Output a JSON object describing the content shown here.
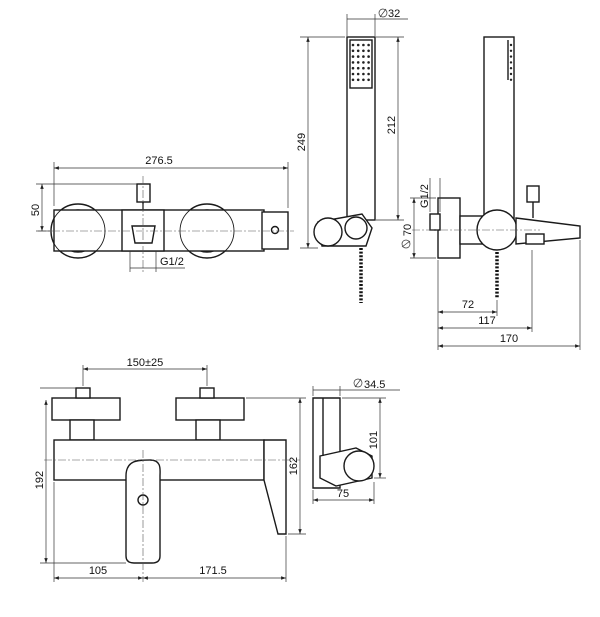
{
  "dimensions": {
    "front_width": "276.5",
    "front_height_50": "50",
    "front_inlet": "G1/2",
    "shower_diameter": "32",
    "shower_total": "249",
    "shower_body": "212",
    "side_inlet": "G1/2",
    "side_diameter": "70",
    "side_72": "72",
    "side_117": "117",
    "side_170": "170",
    "plan_spacing": "150±25",
    "plan_height_192": "192",
    "plan_height_162": "162",
    "plan_105": "105",
    "plan_171_5": "171.5",
    "holder_diameter": "34.5",
    "holder_height": "101",
    "holder_depth": "75"
  }
}
